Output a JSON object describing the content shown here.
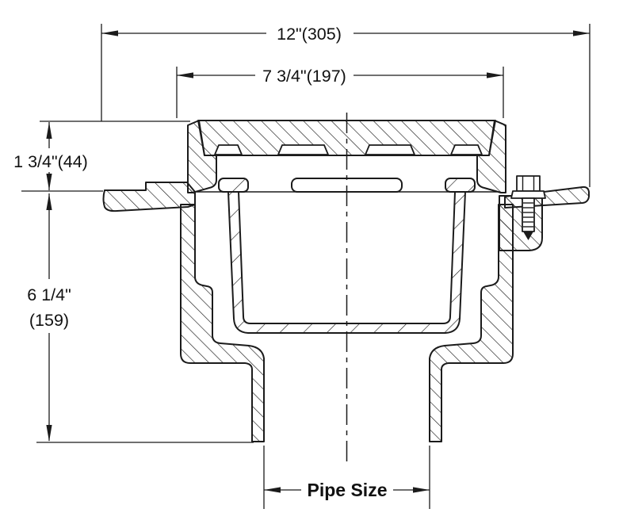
{
  "drawing": {
    "background": "#ffffff",
    "line_color": "#1b1b1b",
    "labels": {
      "overall_width": "12\"(305)",
      "grate_width": "7 3/4\"(197)",
      "rim_height": "1 3/4\"(44)",
      "body_height_line1": "6 1/4\"",
      "body_height_line2": "(159)",
      "pipe_size": "Pipe Size"
    }
  }
}
